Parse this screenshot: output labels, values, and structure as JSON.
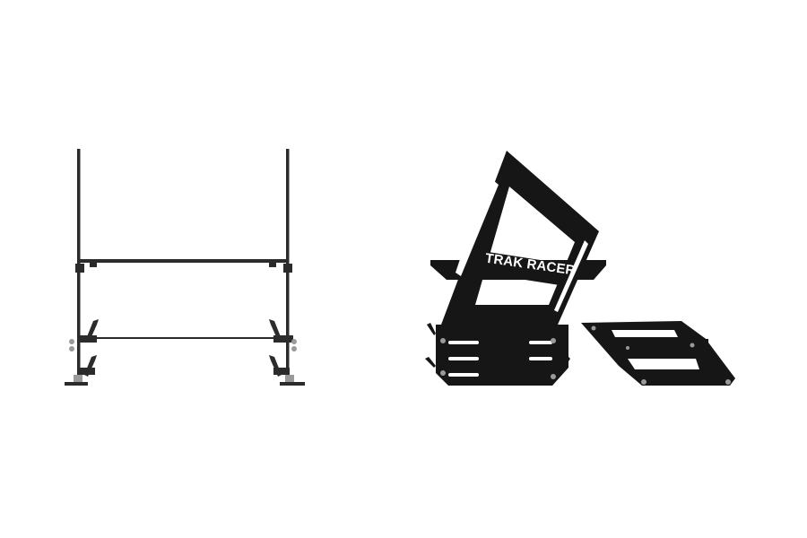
{
  "product": {
    "brand_label": "TRAK RACER"
  },
  "colors": {
    "background": "#ffffff",
    "frame": "#2b2b2b",
    "plate": "#161616",
    "slot": "#ffffff",
    "bolt": "#9a9a9a"
  },
  "components": [
    "side-frame-assembly",
    "seat-bracket",
    "mounting-plate"
  ]
}
